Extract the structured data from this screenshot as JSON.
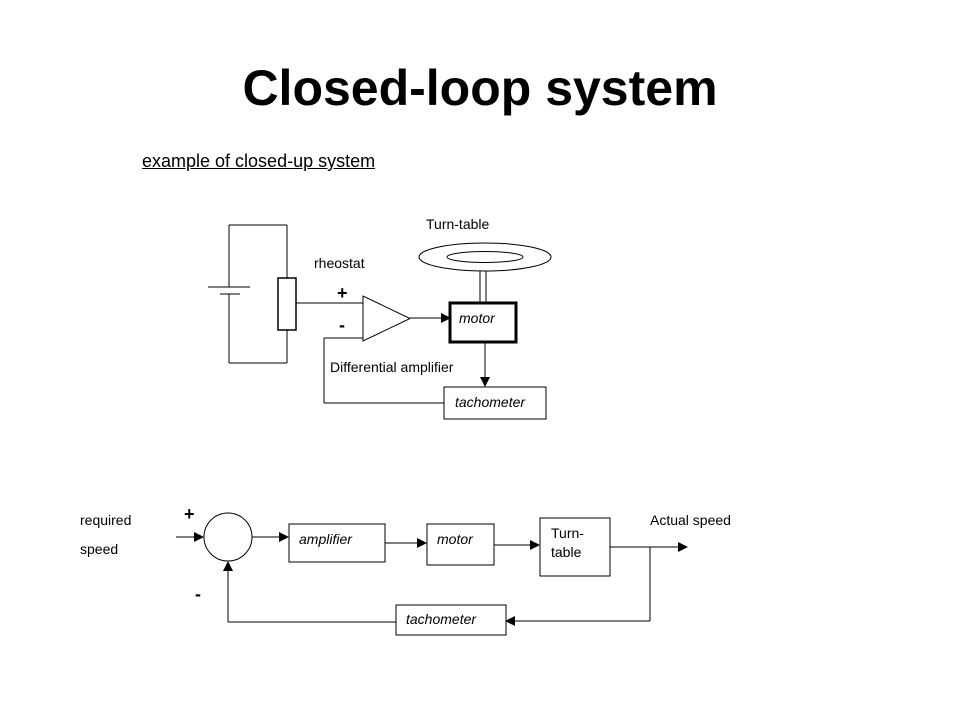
{
  "slide": {
    "title": "Closed-loop system",
    "subtitle": "example of closed-up system"
  },
  "top_diagram": {
    "turntable_label": "Turn-table",
    "rheostat_label": "rheostat",
    "plus": "+",
    "minus": "-",
    "motor_label": "motor",
    "amplifier_label": "Differential amplifier",
    "tachometer_label": "tachometer"
  },
  "block_diagram": {
    "input_label_1": "required",
    "input_label_2": "speed",
    "plus": "+",
    "minus": "-",
    "amplifier_label": "amplifier",
    "motor_label": "motor",
    "turntable_label_1": "Turn-",
    "turntable_label_2": "table",
    "output_label": "Actual speed",
    "tachometer_label": "tachometer"
  }
}
